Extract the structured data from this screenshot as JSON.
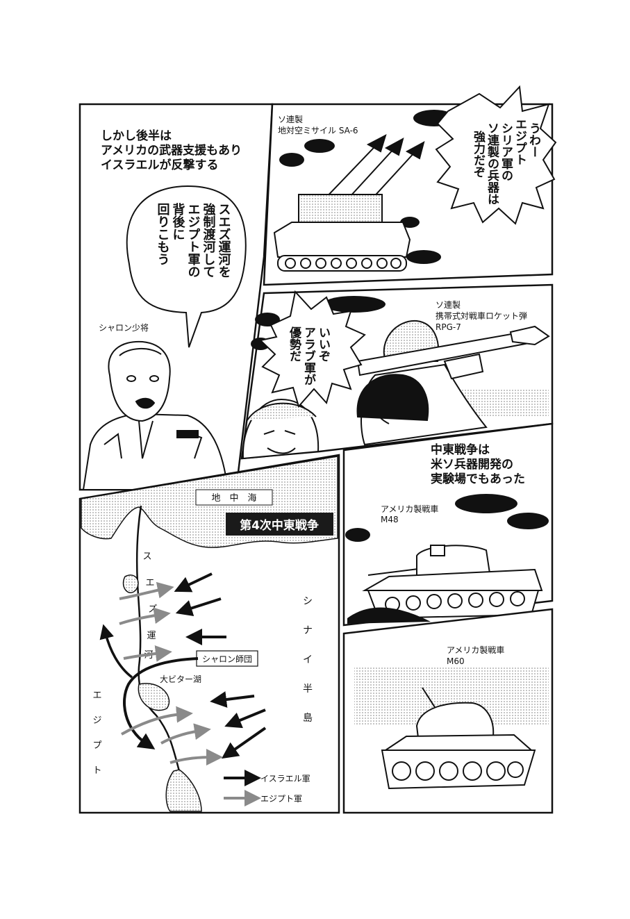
{
  "panel1": {
    "narration": [
      "しかし後半は",
      "アメリカの武器支援もあり",
      "イスラエルが反撃する"
    ],
    "speech": [
      "スエズ運河を",
      "強制渡河して",
      "エジプト軍の",
      "背後に",
      "回りこもう"
    ],
    "caption_name": "シャロン少将"
  },
  "panel2": {
    "caption": [
      "ソ連製",
      "地対空ミサイル SA-6"
    ],
    "speech": [
      "うわー",
      "エジプト",
      "シリア軍の",
      "ソ連製の兵器は",
      "強力だぞ"
    ]
  },
  "panel3": {
    "caption": [
      "ソ連製",
      "携帯式対戦車ロケット弾",
      "RPG-7"
    ],
    "speech": [
      "いいぞ",
      "アラブ軍が",
      "優勢だ"
    ]
  },
  "panel4": {
    "narration": [
      "中東戦争は",
      "米ソ兵器開発の",
      "実験場でもあった"
    ]
  },
  "panel5": {
    "caption": [
      "アメリカ製戦車",
      "M48"
    ]
  },
  "panel6": {
    "caption": [
      "アメリカ製戦車",
      "M60"
    ]
  },
  "map": {
    "sea": "地　中　海",
    "title": "第4次中東戦争",
    "canal_label": [
      "ス",
      "エ",
      "ズ",
      "運",
      "河"
    ],
    "sinai_label": [
      "シ",
      "ナ",
      "イ",
      "半",
      "島"
    ],
    "egypt_label": [
      "エ",
      "ジ",
      "プ",
      "ト"
    ],
    "lake": "大ビター湖",
    "division": "シャロン師団",
    "legend": {
      "israel": "イスラエル軍",
      "egypt": "エジプト軍"
    }
  },
  "colors": {
    "ink": "#111111",
    "tone": "#d9d9d9",
    "egypt_arrow": "#8a8a8a",
    "title_bg": "#1a1a1a"
  }
}
